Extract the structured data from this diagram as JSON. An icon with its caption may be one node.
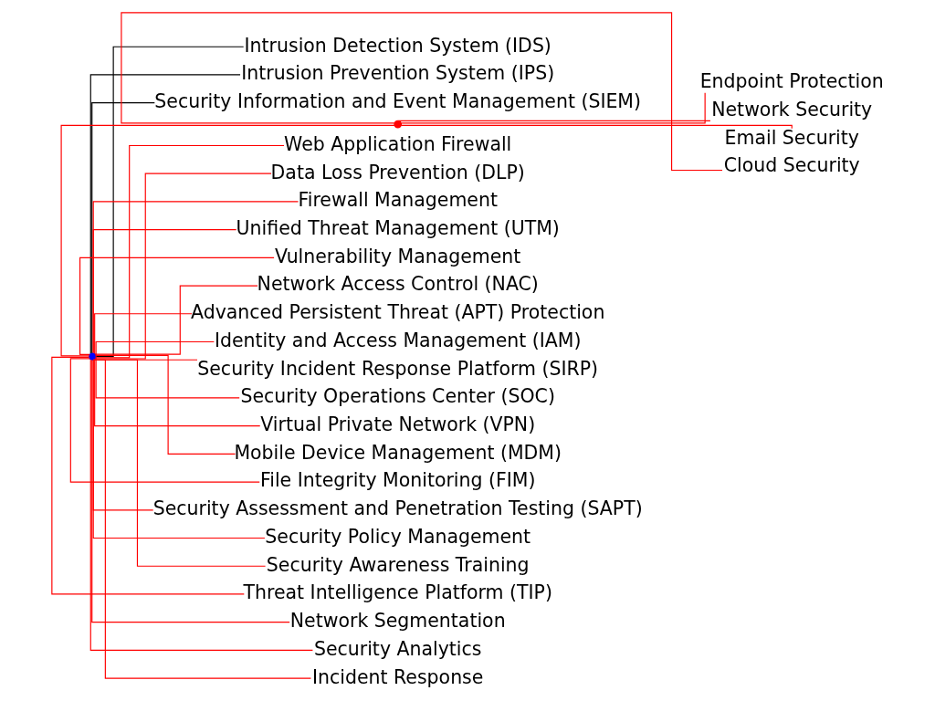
{
  "diagram": {
    "nodes": [
      {
        "text": [],
        "shape": "circle"
      },
      {
        "text": [
          "Intrusion Detection System (IDS)"
        ]
      },
      {
        "text": [
          "Intrusion Prevention System (IPS)"
        ]
      },
      {
        "text": [
          "Security Information and Event Management (SIEM)"
        ]
      },
      {
        "text": [],
        "shape": "circle"
      },
      {
        "text": [
          "Endpoint Protection"
        ]
      },
      {
        "text": [
          "Network Security"
        ]
      },
      {
        "text": [
          "Email Security"
        ]
      },
      {
        "text": [
          "Cloud Security"
        ]
      },
      {
        "text": [
          "Web Application Firewall"
        ]
      },
      {
        "text": [
          "Data Loss Prevention (DLP)"
        ]
      },
      {
        "text": [
          "Firewall Management"
        ]
      },
      {
        "text": [
          "Unified Threat Management (UTM)"
        ]
      },
      {
        "text": [
          "Vulnerability Management"
        ]
      },
      {
        "text": [
          "Network Access Control (NAC)"
        ]
      },
      {
        "text": [
          "Advanced Persistent Threat (APT) Protection"
        ]
      },
      {
        "text": [
          "Identity and Access Management (IAM)"
        ]
      },
      {
        "text": [
          "Security Incident Response Platform (SIRP)"
        ]
      },
      {
        "text": [
          "Security Operations Center (SOC)"
        ]
      },
      {
        "text": [
          "Virtual Private Network (VPN)"
        ]
      },
      {
        "text": [
          "Mobile Device Management (MDM)"
        ]
      },
      {
        "text": [
          "File Integrity Monitoring (FIM)"
        ]
      },
      {
        "text": [
          "Security Assessment and Penetration Testing (SAPT)"
        ]
      },
      {
        "text": [
          "Security Policy Management"
        ]
      },
      {
        "text": [
          "Security Awareness Training"
        ]
      },
      {
        "text": [
          "Threat Intelligence Platform (TIP)"
        ]
      },
      {
        "text": [
          "Network Segmentation"
        ]
      },
      {
        "text": [
          "Security Analytics"
        ]
      },
      {
        "text": [
          "Incident Response"
        ]
      }
    ],
    "edges": [
      {
        "from": 0,
        "to": 1,
        "arrow": "none",
        "color": "#000000"
      },
      {
        "from": 0,
        "to": 2,
        "arrow": "none",
        "color": "#000000"
      },
      {
        "from": 0,
        "to": 3,
        "arrow": "none",
        "color": "#000000"
      },
      {
        "from": 0,
        "to": 4,
        "arrow": "none"
      },
      {
        "from": 4,
        "to": 5,
        "arrow": "none"
      },
      {
        "from": 4,
        "to": 6,
        "arrow": "none"
      },
      {
        "from": 4,
        "to": 7,
        "arrow": "none"
      },
      {
        "from": 4,
        "to": 8,
        "arrow": "none"
      },
      {
        "from": 0,
        "to": 9,
        "arrow": "none"
      },
      {
        "from": 0,
        "to": 10,
        "arrow": "none"
      },
      {
        "from": 0,
        "to": 11,
        "arrow": "none"
      },
      {
        "from": 0,
        "to": 12,
        "arrow": "none"
      },
      {
        "from": 0,
        "to": 13,
        "arrow": "none"
      },
      {
        "from": 0,
        "to": 14,
        "arrow": "none"
      },
      {
        "from": 0,
        "to": 15,
        "arrow": "none"
      },
      {
        "from": 0,
        "to": 16,
        "arrow": "none"
      },
      {
        "from": 0,
        "to": 17,
        "arrow": "none"
      },
      {
        "from": 0,
        "to": 18,
        "arrow": "none"
      },
      {
        "from": 0,
        "to": 19,
        "arrow": "none"
      },
      {
        "from": 0,
        "to": 20,
        "arrow": "none"
      },
      {
        "from": 0,
        "to": 21,
        "arrow": "none"
      },
      {
        "from": 0,
        "to": 22,
        "arrow": "none"
      },
      {
        "from": 0,
        "to": 23,
        "arrow": "none"
      },
      {
        "from": 0,
        "to": 24,
        "arrow": "none"
      },
      {
        "from": 0,
        "to": 25,
        "arrow": "none"
      },
      {
        "from": 0,
        "to": 26,
        "arrow": "none"
      },
      {
        "from": 0,
        "to": 27,
        "arrow": "none"
      },
      {
        "from": 0,
        "to": 28,
        "arrow": "none"
      }
    ]
  }
}
